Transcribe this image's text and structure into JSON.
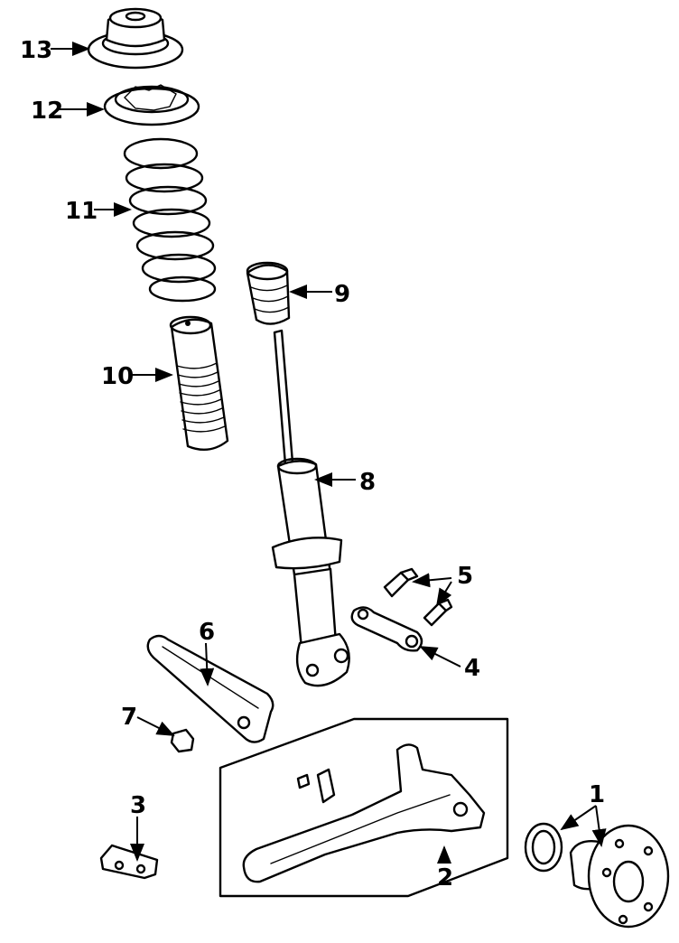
{
  "callouts": [
    {
      "id": "13",
      "label": "13"
    },
    {
      "id": "12",
      "label": "12"
    },
    {
      "id": "11",
      "label": "11"
    },
    {
      "id": "10",
      "label": "10"
    },
    {
      "id": "9",
      "label": "9"
    },
    {
      "id": "8",
      "label": "8"
    },
    {
      "id": "7",
      "label": "7"
    },
    {
      "id": "6",
      "label": "6"
    },
    {
      "id": "5",
      "label": "5"
    },
    {
      "id": "4",
      "label": "4"
    },
    {
      "id": "3",
      "label": "3"
    },
    {
      "id": "2",
      "label": "2"
    },
    {
      "id": "1",
      "label": "1"
    }
  ]
}
